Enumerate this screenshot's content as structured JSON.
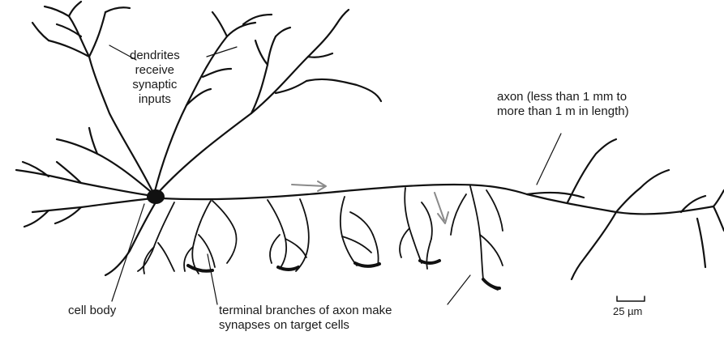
{
  "labels": {
    "dendrites": [
      "dendrites",
      "receive",
      "synaptic",
      "inputs"
    ],
    "axon": [
      "axon (less than 1 mm to",
      "more than 1 m in length)"
    ],
    "cell_body": "cell body",
    "terminals": [
      "terminal branches of axon make",
      "synapses on target cells"
    ],
    "scale": "25 µm"
  },
  "colors": {
    "ink": "#111111",
    "arrow": "#8a8a8a",
    "text": "#1a1a1a"
  }
}
